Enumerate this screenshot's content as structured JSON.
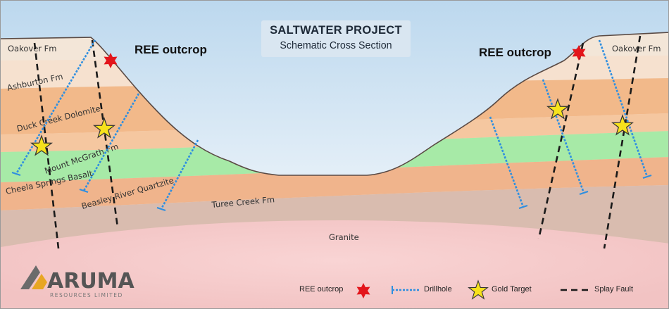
{
  "title": {
    "main": "SALTWATER PROJECT",
    "sub": "Schematic Cross Section"
  },
  "callouts": {
    "left": "REE outcrop",
    "right": "REE outcrop"
  },
  "formations": {
    "oakover_left": "Oakover Fm",
    "oakover_right": "Oakover Fm",
    "ashburton": "Ashburton Fm",
    "duck_creek": "Duck Creek Dolomite",
    "mount_mcgrath": "Mount McGrath Fm",
    "cheela_springs": "Cheela Springs Basalt",
    "beasley_river": "Beasley River Quartzite",
    "turee_creek": "Turee Creek Fm",
    "granite": "Granite"
  },
  "legend": {
    "ree": "REE outcrop",
    "drillhole": "Drillhole",
    "gold": "Gold Target",
    "fault": "Splay Fault"
  },
  "logo": {
    "brand": "ARUMA",
    "tagline": "RESOURCES LIMITED"
  },
  "colors": {
    "sky_top": "#cfe3f3",
    "orange_layer": "#f2b98a",
    "green_layer": "#9fe79f",
    "turee_layer": "#d6b9ac",
    "granite": "#f4c9c9",
    "drillhole": "#2f8fe0",
    "gold_star": "#f7e21c",
    "ree_star": "#e3151b",
    "fault": "#1a1a1a"
  }
}
